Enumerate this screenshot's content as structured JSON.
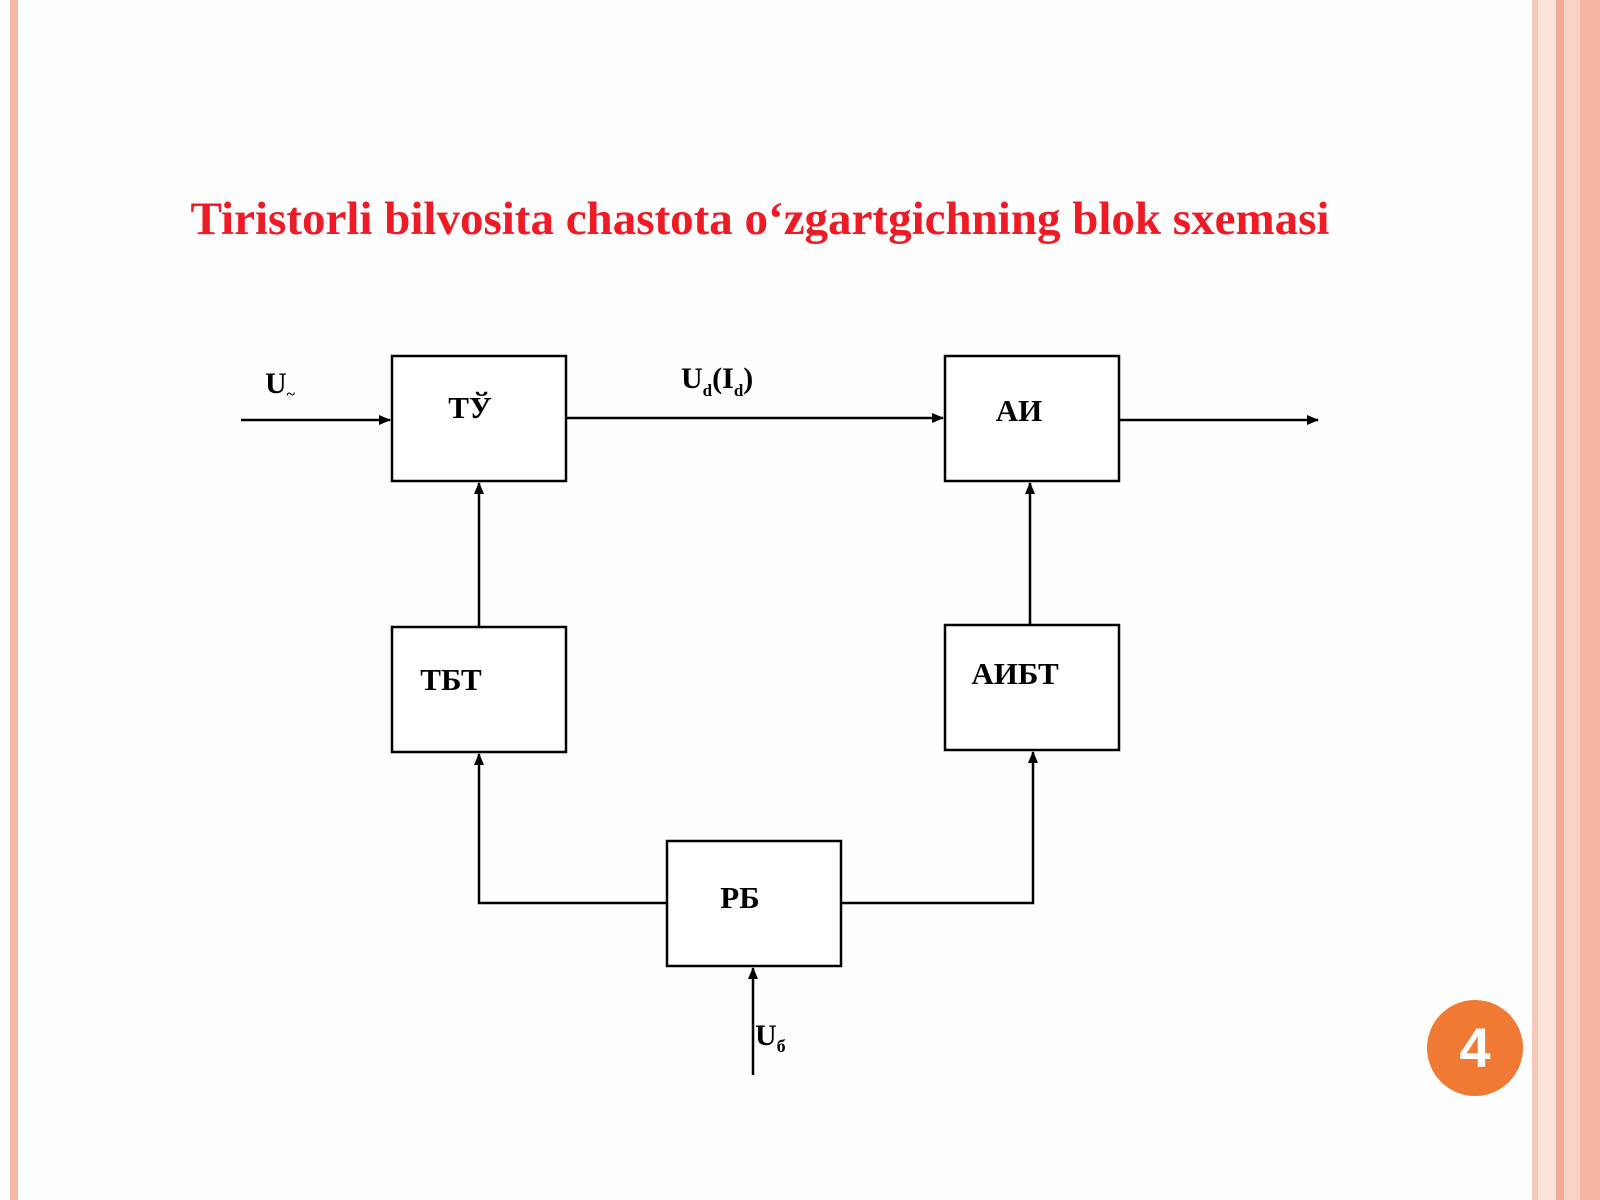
{
  "title": "Tiristorli bilvosita chastota o‘zgartgichning blok sxemasi",
  "blocks": {
    "tu": "ТЎ",
    "ai": "АИ",
    "tbt": "ТБТ",
    "aibt": "АИБТ",
    "rb": "РБ"
  },
  "signals": {
    "input_main": "U",
    "input_main_sub": "~",
    "dc_link_u": "U",
    "dc_link_u_sub": "d",
    "dc_link_i_open": "(I",
    "dc_link_i_sub": "d",
    "dc_link_close": ")",
    "ref": "U",
    "ref_sub": "б"
  },
  "page_number": "4",
  "colors": {
    "title": "#ee1b24",
    "badge": "#f07a34"
  }
}
